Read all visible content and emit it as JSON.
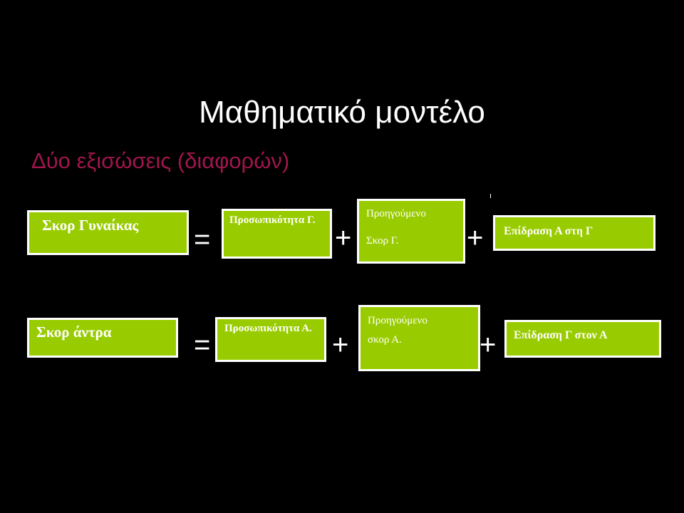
{
  "slide": {
    "title": "Μαθηματικό μοντέλο",
    "subtitle": "Δύο εξισώσεις (διαφορών)"
  },
  "equation_1": {
    "lhs": "Σκορ Γυναίκας",
    "equals": "=",
    "term_1": "Προσωπικότητα Γ.",
    "plus_1": "+",
    "term_2_line_1": "Προηγούμενο",
    "term_2_line_2": "Σκορ Γ.",
    "plus_2": "+",
    "term_3": "Επίδραση Α στη Γ"
  },
  "equation_2": {
    "lhs": "Σκορ άντρα",
    "equals": "=",
    "term_1": "Προσωπικότητα Α.",
    "plus_1": "+",
    "term_2_line_1": "Προηγούμενο",
    "term_2_line_2": "σκορ Α.",
    "plus_2": "+",
    "term_3": "Επίδραση Γ στον Α"
  },
  "colors": {
    "background": "#000000",
    "box_fill": "#99cc00",
    "subtitle": "#a0164c",
    "text": "#ffffff"
  }
}
